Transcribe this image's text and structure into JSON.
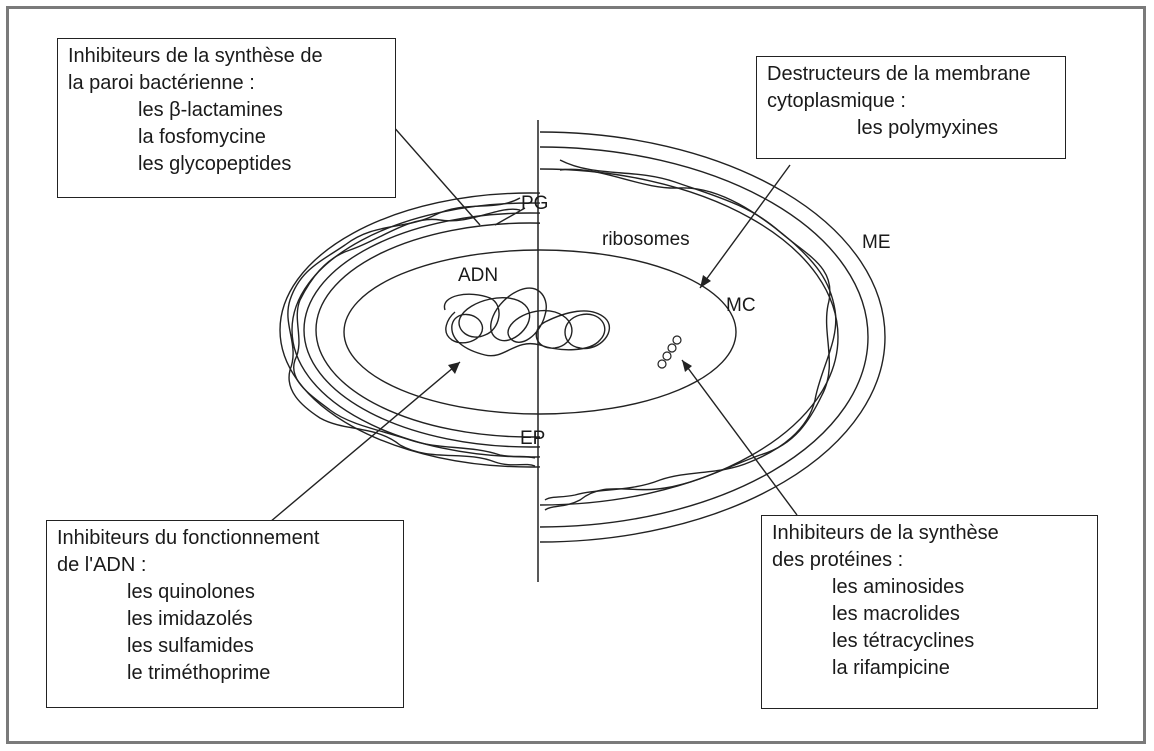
{
  "boxes": {
    "wall": {
      "title1": "Inhibiteurs de la synthèse de",
      "title2": "la paroi bactérienne :",
      "items": [
        "les β-lactamines",
        "la fosfomycine",
        "les glycopeptides"
      ]
    },
    "membrane": {
      "title1": "Destructeurs de la membrane",
      "title2": "cytoplasmique :",
      "items": [
        "les polymyxines"
      ]
    },
    "dna": {
      "title1": "Inhibiteurs du  fonctionnement",
      "title2": "de l'ADN :",
      "items": [
        "les quinolones",
        "les imidazolés",
        "les sulfamides",
        "le triméthoprime"
      ]
    },
    "protein": {
      "title1": "Inhibiteurs de la synthèse",
      "title2": "des protéines :",
      "items": [
        "les aminosides",
        "les macrolides",
        "les tétracyclines",
        "la rifampicine"
      ]
    }
  },
  "labels": {
    "pg": "PG",
    "ribosomes": "ribosomes",
    "me": "ME",
    "adn": "ADN",
    "mc": "MC",
    "ep": "EP"
  }
}
